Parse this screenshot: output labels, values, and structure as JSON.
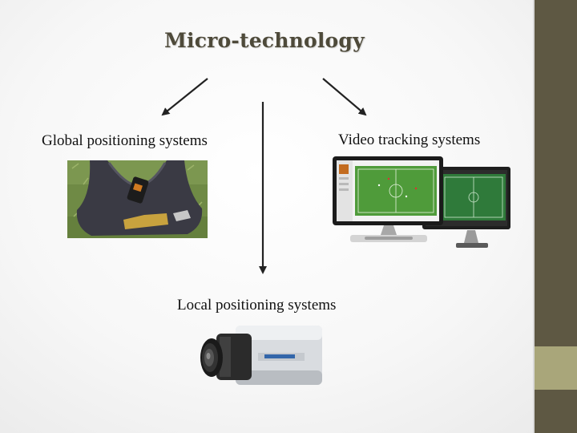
{
  "slide": {
    "title": "Micro-technology",
    "nodes": {
      "gps": "Global positioning systems",
      "video": "Video tracking systems",
      "local": "Local positioning systems"
    },
    "colors": {
      "sidebar_dark": "#5e5843",
      "sidebar_light": "#a9a67a",
      "title": "#4e4a3a",
      "arrow": "#222222"
    },
    "images": {
      "gps": "gps-vest-photo",
      "video": "dual-monitor-photo",
      "local": "security-camera-photo"
    }
  }
}
